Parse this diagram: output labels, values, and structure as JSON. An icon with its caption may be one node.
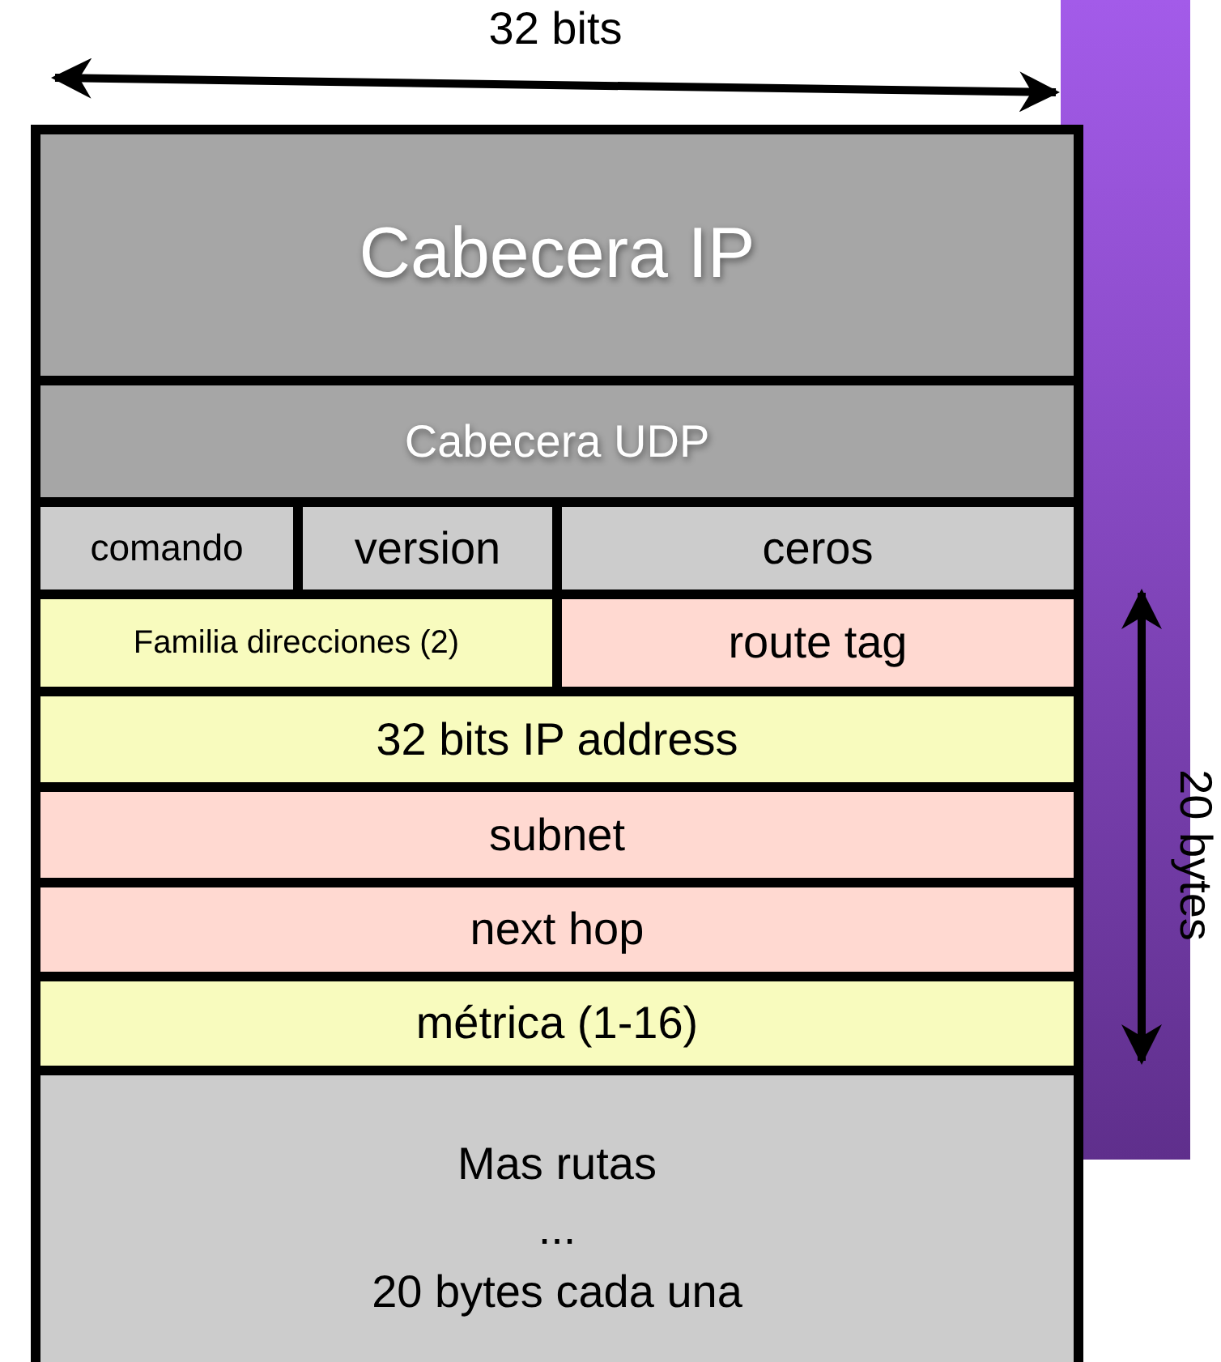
{
  "diagram": {
    "nodes": [
      {
        "text": [
          "Cabecera IP"
        ]
      },
      {
        "text": [
          "Cabecera UDP"
        ]
      },
      {
        "text": [
          "comando"
        ]
      },
      {
        "text": [
          "version"
        ]
      },
      {
        "text": [
          "ceros"
        ]
      },
      {
        "text": [
          "Familia direcciones (2)"
        ]
      },
      {
        "text": [
          "route tag"
        ]
      },
      {
        "text": [
          "32 bits IP address"
        ]
      },
      {
        "text": [
          "subnet"
        ]
      },
      {
        "text": [
          "next hop"
        ]
      },
      {
        "text": [
          "métrica (1-16)"
        ]
      },
      {
        "text": [
          "Mas rutas",
          "...",
          "20 bytes cada una"
        ]
      }
    ],
    "labels": [
      "32 bits",
      "20 bytes"
    ]
  }
}
